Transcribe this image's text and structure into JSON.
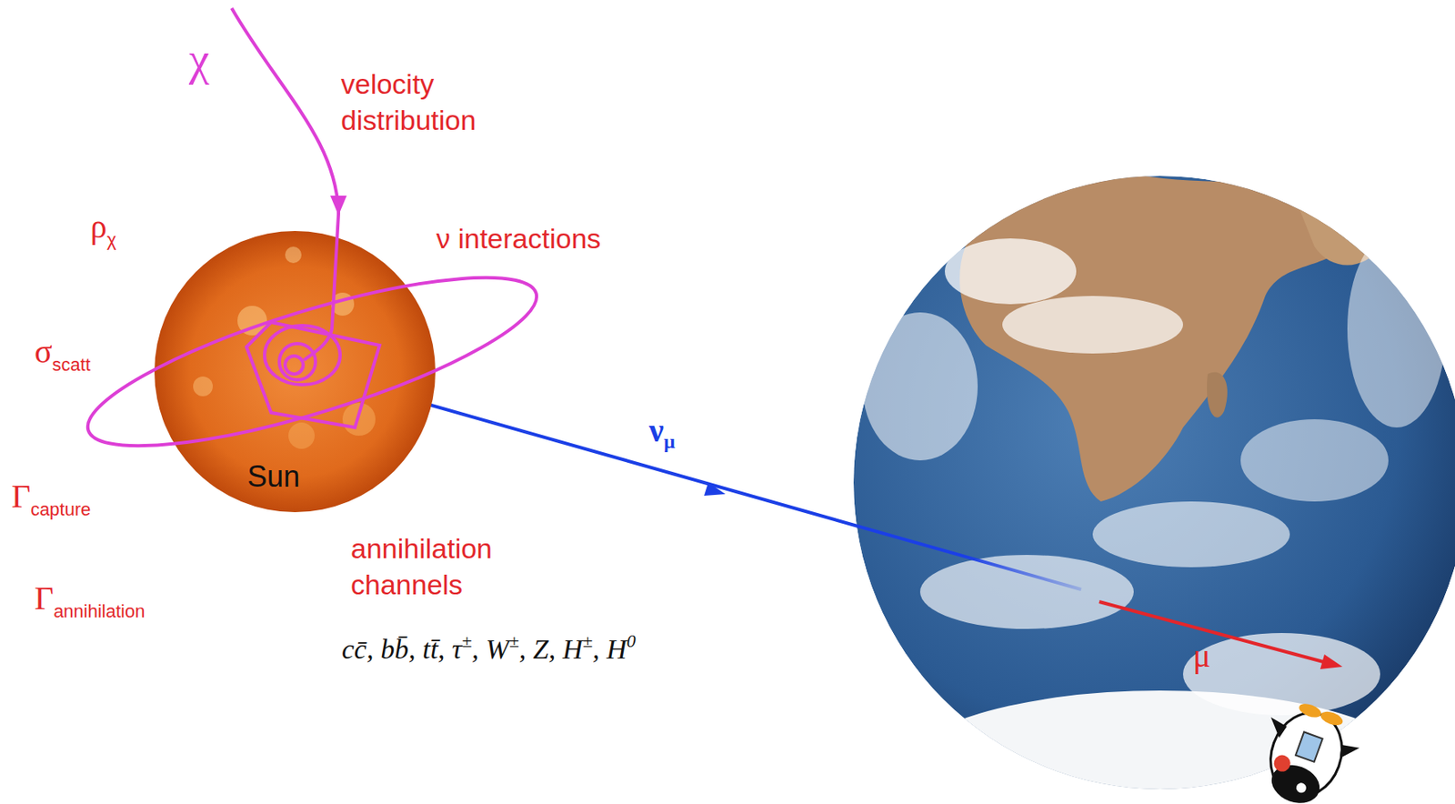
{
  "diagram": {
    "nodes": [
      {
        "text": [
          "Sun"
        ]
      }
    ],
    "labels": [
      "χ",
      "velocity distribution",
      "ρ",
      "χ",
      "ν interactions",
      "σ",
      "scatt",
      "Γ",
      "capture",
      "Γ",
      "annihilation",
      "annihilation channels",
      "cc̄, bb̄, tt̄, τ",
      "±",
      ", W",
      "±",
      ", Z, H",
      "±",
      ", H",
      "0",
      "ν",
      "μ",
      "μ"
    ]
  }
}
